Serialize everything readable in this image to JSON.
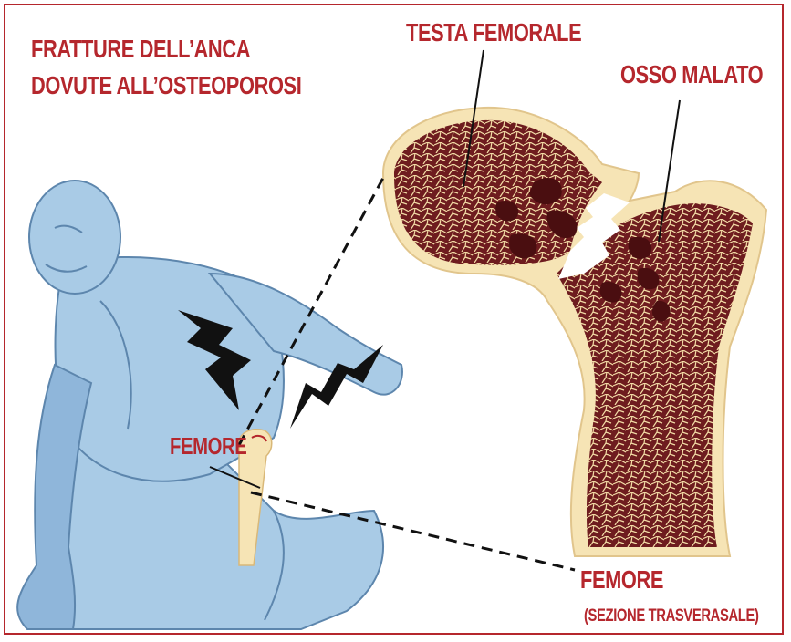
{
  "title": {
    "line1": "FRATTURE DELL’ANCA",
    "line2": "DOVUTE ALL’OSTEOPOROSI"
  },
  "labels": {
    "femoral_head": "TESTA FEMORALE",
    "diseased_bone": "OSSO MALATO",
    "femur_small": "FEMORE",
    "femur_big": "FEMORE",
    "cross_section": "(SEZIONE TRASVERASALE)"
  },
  "colors": {
    "accent": "#b5272d",
    "bone_dark": "#6e1c1f",
    "bone_light": "#f6e4b5",
    "figure_blue": "#a9cbe6",
    "figure_shadow": "#7fa8cc"
  }
}
